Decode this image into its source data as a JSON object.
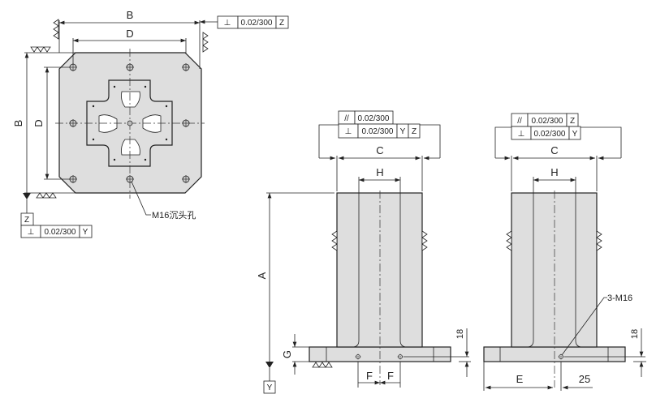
{
  "dimensions": {
    "A": "A",
    "B": "B",
    "C": "C",
    "D": "D",
    "E": "E",
    "F": "F",
    "G": "G",
    "H": "H",
    "offset_25": "25",
    "thickness_18": "18"
  },
  "callouts": {
    "top_hole": "M16沉头孔",
    "side_holes": "3-M16"
  },
  "datums": {
    "Y": "Y",
    "Z": "Z"
  },
  "tolerances": {
    "value": "0.02/300",
    "parallel_symbol": "//",
    "perpendicular_symbol": "⊥"
  },
  "colors": {
    "part_fill": "#dedede",
    "line": "#222222"
  }
}
